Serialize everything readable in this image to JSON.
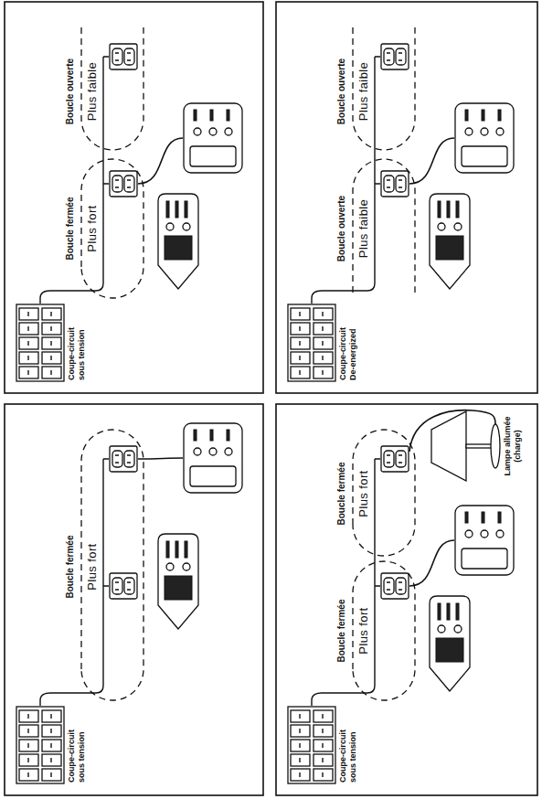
{
  "diagram": {
    "nodes": [
      {
        "text": [
          "Coupe-circuit sous tension"
        ]
      },
      {
        "text": [
          "Coupe-circuit De-energized"
        ]
      },
      {
        "text": [
          "Coupe-circuit sous tension"
        ]
      },
      {
        "text": [
          "Coupe-circuit sous tension"
        ]
      },
      {
        "text": [
          "Lampe allumée (charge)"
        ]
      }
    ],
    "labels": [
      "Boucle fermée",
      "Plus fort",
      "Boucle ouverte",
      "Plus faible",
      "Boucle ouverte",
      "Plus faible",
      "Boucle ouverte",
      "Plus faible",
      "Boucle fermée",
      "Plus fort",
      "Boucle fermée",
      "Plus fort",
      "Boucle fermée",
      "Plus fort"
    ]
  }
}
